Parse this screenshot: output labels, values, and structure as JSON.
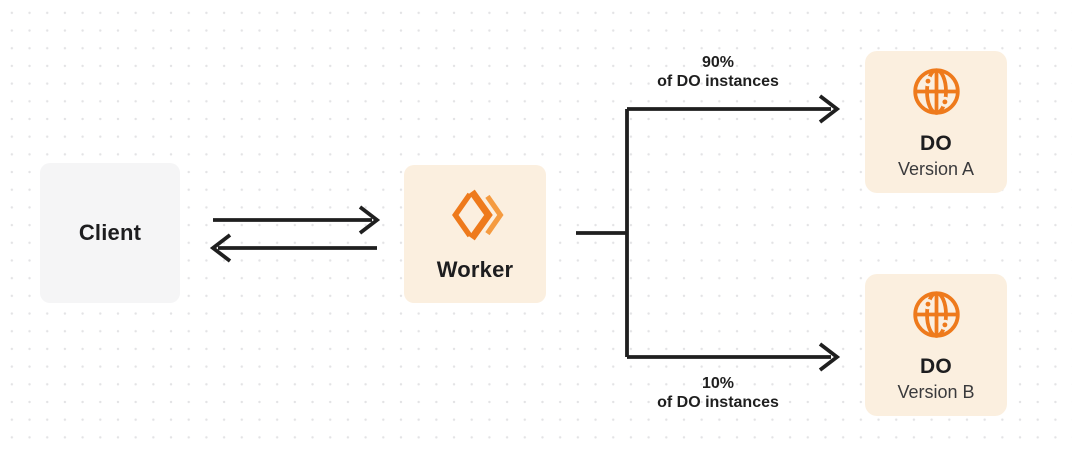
{
  "colors": {
    "canvas-bg": "#ffffff",
    "grid-dot": "#e3e3e5",
    "client-bg": "#f5f5f6",
    "peach-bg": "#fbefdf",
    "orange": "#ee7a1c",
    "orange-light": "#f59b40",
    "line": "#1f1f1f",
    "title-text": "#1d1d1f",
    "subtitle-text": "#3a3a3c"
  },
  "nodes": {
    "client": {
      "label": "Client"
    },
    "worker": {
      "label": "Worker"
    },
    "do_version_a": {
      "title": "DO",
      "subtitle": "Version A"
    },
    "do_version_b": {
      "title": "DO",
      "subtitle": "Version B"
    }
  },
  "edges": {
    "branch_a": {
      "percent": "90%",
      "caption": "of DO instances"
    },
    "branch_b": {
      "percent": "10%",
      "caption": "of DO instances"
    }
  }
}
